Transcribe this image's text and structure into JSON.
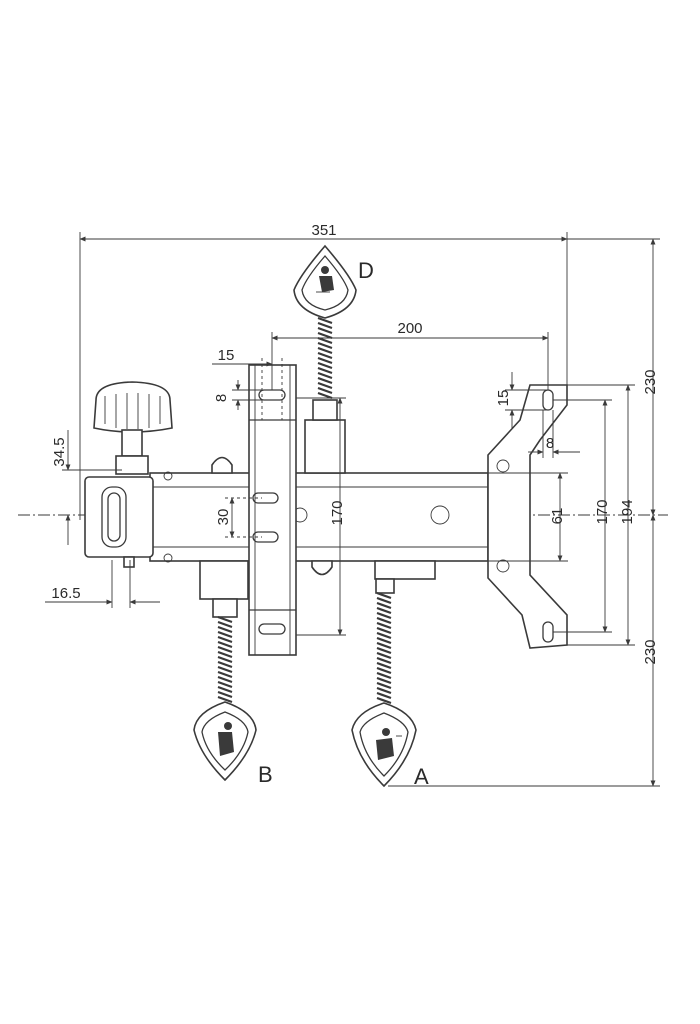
{
  "dimensions": {
    "overall_width": "351",
    "upper_height": "230",
    "lower_height": "230",
    "slot_spacing": "200",
    "left_slot_width": "15",
    "left_slot_height": "8",
    "right_slot_height": "15",
    "right_slot_width": "8",
    "knob_offset": "34.5",
    "knob_axis": "16.5",
    "hole_spacing": "30",
    "bracket_span": "170",
    "bar_width": "61",
    "right_span_inner": "170",
    "right_span_outer": "194"
  },
  "labels": {
    "lever_a": "A",
    "lever_b": "B",
    "lever_d": "D"
  }
}
